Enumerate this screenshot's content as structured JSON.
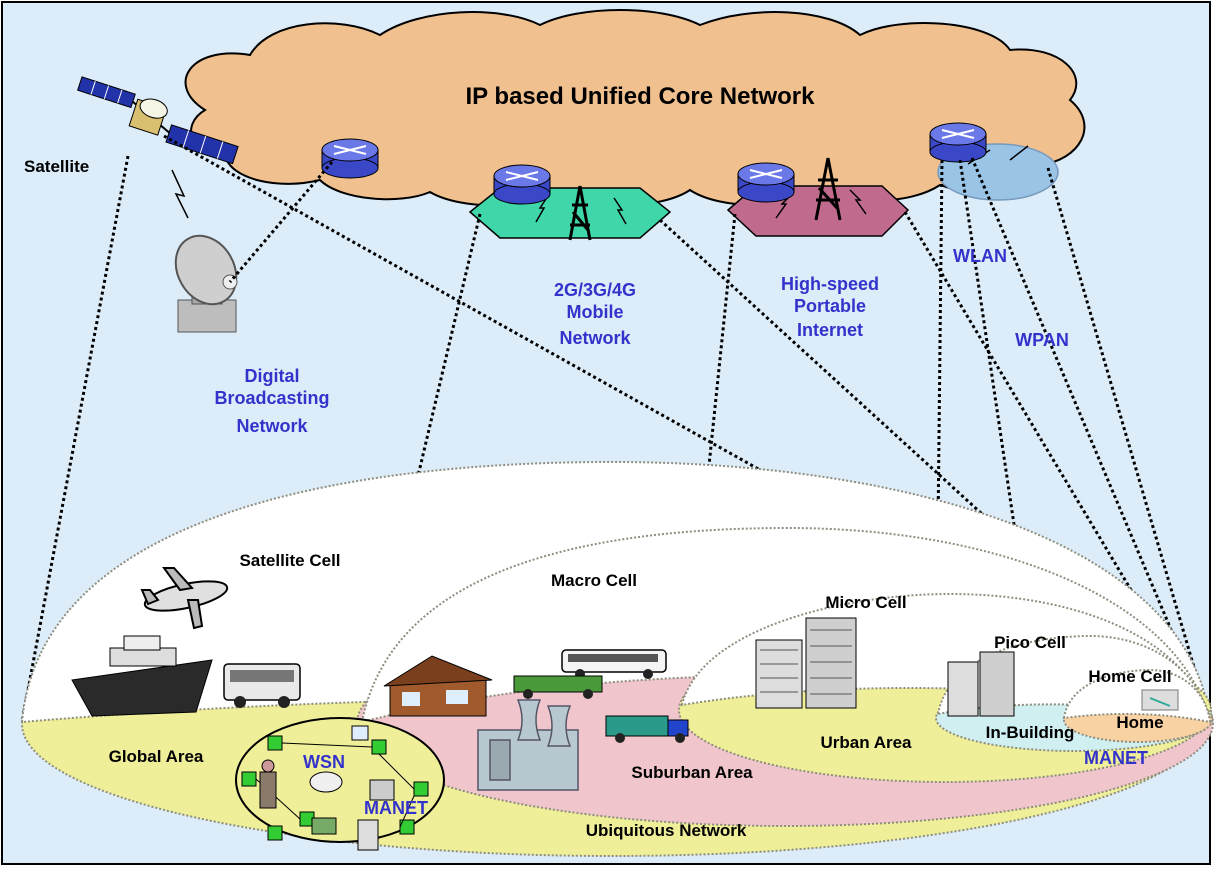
{
  "core_network": {
    "title": "IP based Unified  Core Network"
  },
  "access_networks": {
    "satellite": "Satellite",
    "broadcasting": [
      "Digital",
      "Broadcasting",
      "Network"
    ],
    "mobile": [
      "2G/3G/4G",
      "Mobile",
      "Network"
    ],
    "portable_internet": [
      "High-speed",
      "Portable",
      "Internet"
    ],
    "wlan": "WLAN",
    "wpan": "WPAN"
  },
  "cells": {
    "satellite_cell": "Satellite Cell",
    "macro_cell": "Macro Cell",
    "micro_cell": "Micro Cell",
    "pico_cell": "Pico Cell",
    "home_cell": "Home Cell"
  },
  "areas": {
    "global": "Global Area",
    "suburban": "Suburban Area",
    "urban": "Urban Area",
    "in_building": "In-Building",
    "home": "Home",
    "ubiquitous": "Ubiquitous Network"
  },
  "adhoc": {
    "wsn": "WSN",
    "manet_left": "MANET",
    "manet_right": "MANET"
  },
  "colors": {
    "background": "#dcecf8",
    "cloud": "#f0c08e",
    "mobile_hex": "#3fd6a9",
    "internet_hex": "#c06a8e",
    "router": "#3a48c8",
    "label_blue": "#3333cc",
    "global_area": "#efef9a",
    "suburban_area": "#f0c6cc",
    "urban_area": "#efef9a",
    "building_area": "#cfeff0",
    "home_area": "#f9d2a4"
  }
}
